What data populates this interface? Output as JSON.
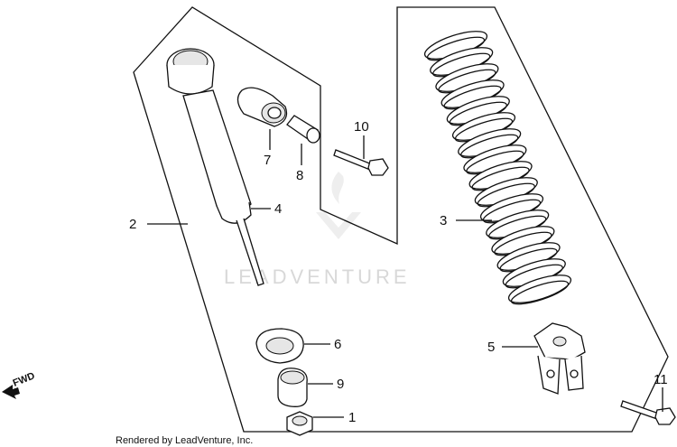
{
  "diagram": {
    "callouts": {
      "c1": "1",
      "c2": "2",
      "c3": "3",
      "c4": "4",
      "c5": "5",
      "c6": "6",
      "c7": "7",
      "c8": "8",
      "c9": "9",
      "c10": "10",
      "c11": "11"
    },
    "direction_label": "FWD",
    "watermark": "LEADVENTURE",
    "credit": "Rendered by LeadVenture, Inc."
  },
  "colors": {
    "line": "#111111",
    "watermark": "#d8d8d8",
    "background": "#ffffff"
  }
}
